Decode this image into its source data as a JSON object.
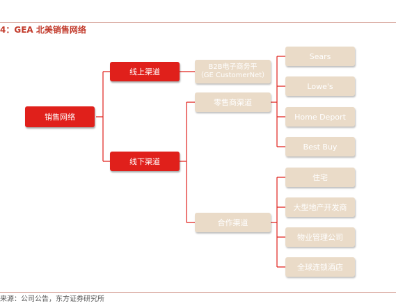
{
  "title": "4：GEA 北美销售网络",
  "source": "来源：公司公告，东方证券研究所",
  "colors": {
    "primary_node": "#e0201b",
    "secondary_node": "#eadbc8",
    "connector": "#e0201b"
  },
  "nodes": {
    "root": "销售网络",
    "online": "线上渠道",
    "offline": "线下渠道",
    "b2b_line1": "B2B电子商务平",
    "b2b_line2": "（GE CustomerNet）",
    "retail": "零售商渠道",
    "partner": "合作渠道",
    "sears": "Sears",
    "lowes": "Lowe's",
    "homedepot": "Home Deport",
    "bestbuy": "Best Buy",
    "residential": "住宅",
    "developer": "大型地产开发商",
    "property": "物业管理公司",
    "hotel": "全球连锁酒店"
  }
}
